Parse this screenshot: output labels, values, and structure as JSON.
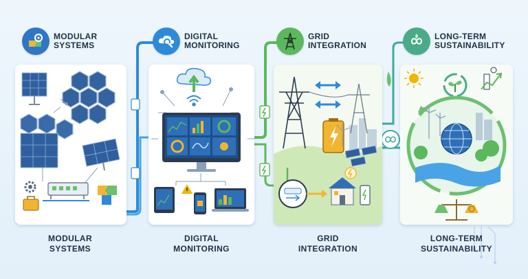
{
  "stages": [
    {
      "id": "modular",
      "header_line1": "MODULAR",
      "header_line2": "SYSTEMS",
      "footer_line1": "MODULAR",
      "footer_line2": "SYSTEMS"
    },
    {
      "id": "monitoring",
      "header_line1": "DIGITAL",
      "header_line2": "MONITORING",
      "footer_line1": "DIGITAL",
      "footer_line2": "MONITORING"
    },
    {
      "id": "grid",
      "header_line1": "GRID",
      "header_line2": "INTEGRATION",
      "footer_line1": "GRID",
      "footer_line2": "INTEGRATION"
    },
    {
      "id": "sustain",
      "header_line1": "LONG-TERM",
      "header_line2": "SUSTAINABILITY",
      "footer_line1": "LONG-TERM",
      "footer_line2": "SUSTAINABILITY"
    }
  ],
  "icons": {
    "modular": "puzzle-gear-icon",
    "monitoring": "cloud-search-icon",
    "grid": "transmission-tower-icon",
    "sustain": "infinity-leaf-icon"
  },
  "colors": {
    "accent_blue": "#2e8ad8",
    "accent_green": "#5cb85c",
    "text_dark": "#1d2f45",
    "solar_panel": "#2f5f9e",
    "battery": "#f2b531",
    "warning": "#f4b400"
  }
}
